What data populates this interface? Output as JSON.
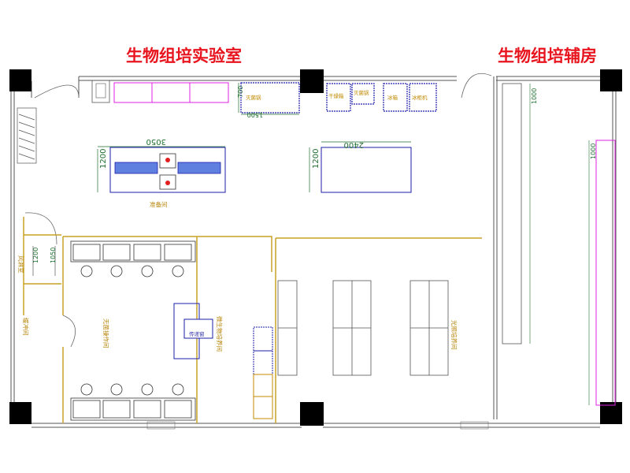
{
  "titles": {
    "left": "生物组培实验室",
    "right": "生物组培辅房"
  },
  "rooms": {
    "prep": "准备间",
    "airlock": "风淋室",
    "buffer": "缓冲间",
    "sterile": "无菌操作间",
    "micro": "微生物培养间",
    "light": "光照培养间"
  },
  "equipment": {
    "pass_box": "传递窗",
    "autoclave": "灭菌锅",
    "drying": "干燥箱",
    "fridge": "冰箱",
    "ice_machine": "冰柜机",
    "sterilizer": "灭菌柜"
  },
  "dimensions": {
    "bench_left_width": "3050",
    "bench_left_height": "1200",
    "bench_right_width": "2400",
    "bench_right_height": "1200",
    "counter_width": "1500",
    "counter_depth": "700",
    "airlock_width": "1200",
    "airlock_depth": "1050",
    "shelf_unit": "1000"
  }
}
